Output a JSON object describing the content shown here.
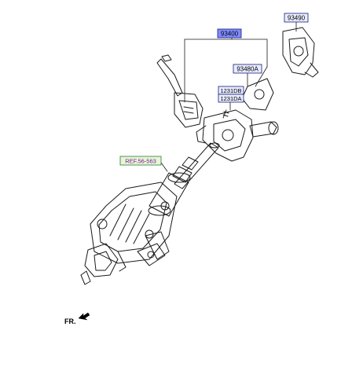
{
  "labels": {
    "part_93400": "93400",
    "part_93490": "93490",
    "part_93480A": "93480A",
    "part_1231DB": "1231DB",
    "part_1231DA": "1231DA",
    "ref": "REF.56-563",
    "front": "FR."
  },
  "colors": {
    "line": "#1a1a1a",
    "label_fill": "#e8edff",
    "label_stroke": "#1a1a7a",
    "highlight_fill": "#7f8cff",
    "ref_fill": "#e6f6d6",
    "ref_stroke": "#2f7a2f",
    "ref_text": "#7a1a9a"
  },
  "icons": {
    "front_arrow": "arrow-left-icon"
  }
}
